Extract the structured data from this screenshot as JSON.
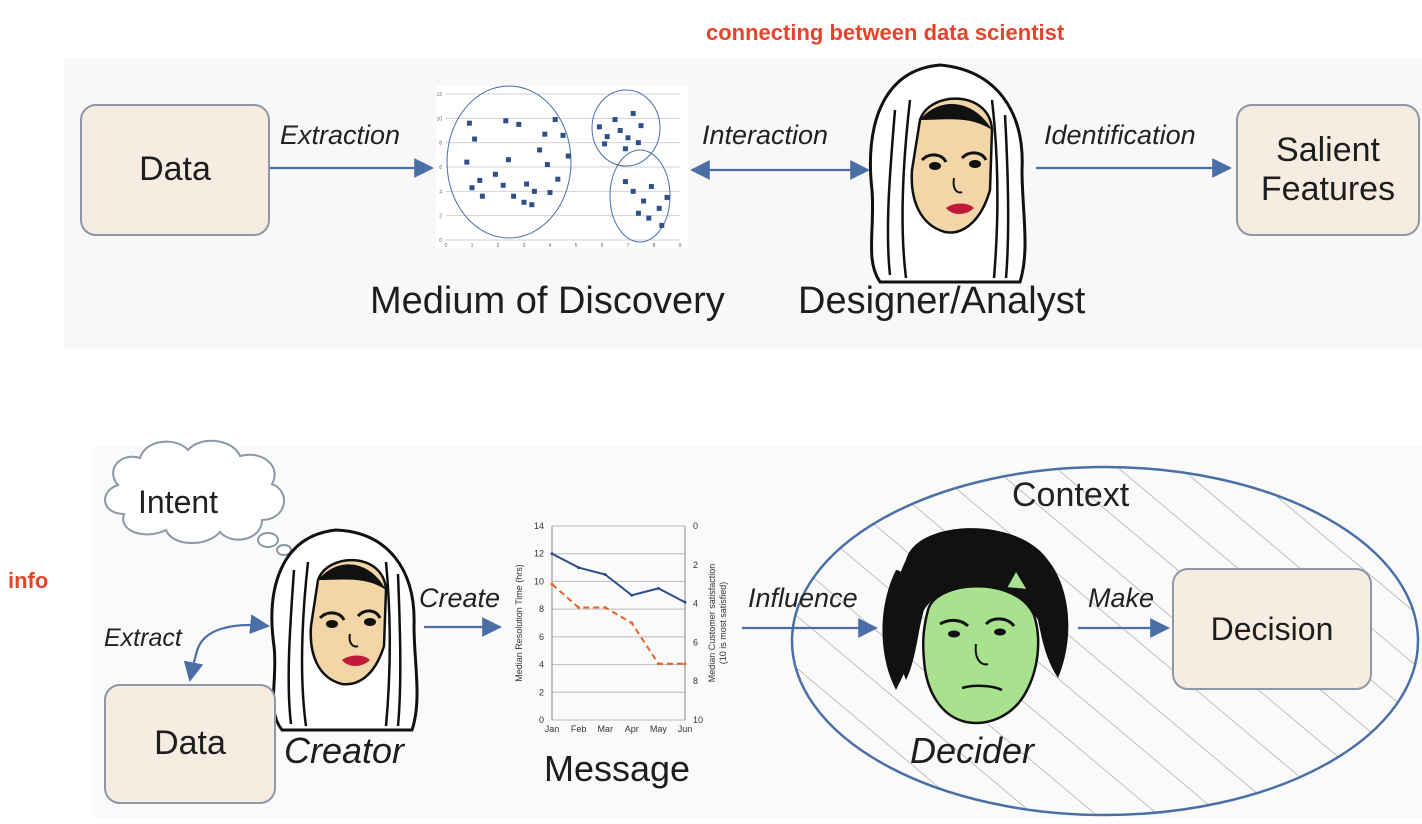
{
  "top": {
    "note": "connecting between data scientist",
    "data_box": "Data",
    "extraction_label": "Extraction",
    "interaction_label": "Interaction",
    "identification_label": "Identification",
    "salient_line1": "Salient",
    "salient_line2": "Features",
    "medium_caption": "Medium of Discovery",
    "analyst_caption": "Designer/Analyst",
    "scatter": {
      "x_ticks": [
        "0",
        "1",
        "2",
        "3",
        "4",
        "5",
        "6",
        "7",
        "8",
        "9"
      ],
      "y_ticks": [
        "0",
        "2",
        "4",
        "6",
        "8",
        "10",
        "12"
      ],
      "points": [
        [
          0.9,
          9.6
        ],
        [
          1.1,
          8.3
        ],
        [
          0.8,
          6.4
        ],
        [
          1.3,
          4.9
        ],
        [
          1.0,
          4.3
        ],
        [
          1.4,
          3.6
        ],
        [
          2.3,
          9.8
        ],
        [
          2.8,
          9.5
        ],
        [
          2.4,
          6.6
        ],
        [
          1.9,
          5.4
        ],
        [
          2.2,
          4.5
        ],
        [
          2.6,
          3.6
        ],
        [
          3.0,
          3.1
        ],
        [
          3.4,
          4.0
        ],
        [
          3.1,
          4.6
        ],
        [
          3.6,
          7.4
        ],
        [
          3.9,
          6.2
        ],
        [
          3.8,
          8.7
        ],
        [
          4.2,
          9.9
        ],
        [
          4.5,
          8.6
        ],
        [
          4.7,
          6.9
        ],
        [
          4.3,
          5.0
        ],
        [
          4.0,
          3.9
        ],
        [
          3.3,
          2.9
        ],
        [
          5.9,
          9.3
        ],
        [
          6.2,
          8.5
        ],
        [
          6.5,
          9.9
        ],
        [
          6.7,
          9.0
        ],
        [
          7.0,
          8.4
        ],
        [
          7.2,
          10.4
        ],
        [
          6.1,
          7.9
        ],
        [
          6.9,
          7.5
        ],
        [
          7.5,
          9.4
        ],
        [
          7.4,
          8.0
        ],
        [
          6.9,
          4.8
        ],
        [
          7.2,
          4.0
        ],
        [
          7.6,
          3.2
        ],
        [
          7.9,
          4.4
        ],
        [
          8.2,
          2.6
        ],
        [
          8.5,
          3.5
        ],
        [
          7.4,
          2.2
        ],
        [
          8.3,
          1.2
        ],
        [
          7.8,
          1.8
        ]
      ]
    }
  },
  "bottom": {
    "note": "info",
    "intent_label": "Intent",
    "extract_label": "Extract",
    "data_box": "Data",
    "creator_caption": "Creator",
    "create_label": "Create",
    "message_caption": "Message",
    "influence_label": "Influence",
    "context_label": "Context",
    "make_label": "Make",
    "decision_box": "Decision",
    "decider_caption": "Decider",
    "chart": {
      "months": [
        "Jan",
        "Feb",
        "Mar",
        "Apr",
        "May",
        "Jun"
      ],
      "left_ticks": [
        "0",
        "2",
        "4",
        "6",
        "8",
        "10",
        "12",
        "14"
      ],
      "right_ticks": [
        "0",
        "2",
        "4",
        "6",
        "8",
        "10"
      ],
      "ylabel_left": "Median Resolution Time (hrs)",
      "ylabel_right_1": "Median Customer satisfaction",
      "ylabel_right_2": "(10 is most satisfied)"
    }
  },
  "chart_data": [
    {
      "type": "scatter",
      "title": "",
      "xlabel": "",
      "ylabel": "",
      "xlim": [
        0,
        9
      ],
      "ylim": [
        0,
        12
      ],
      "grid": true,
      "series": [
        {
          "x": [
            0.9,
            1.1,
            0.8,
            1.3,
            1.0,
            1.4,
            2.3,
            2.8,
            2.4,
            1.9,
            2.2,
            2.6,
            3.0,
            3.4,
            3.1,
            3.6,
            3.9,
            3.8,
            4.2,
            4.5,
            4.7,
            4.3,
            4.0,
            3.3,
            5.9,
            6.2,
            6.5,
            6.7,
            7.0,
            7.2,
            6.1,
            6.9,
            7.5,
            7.4,
            6.9,
            7.2,
            7.6,
            7.9,
            8.2,
            8.5,
            7.4,
            8.3,
            7.8
          ],
          "y": [
            9.6,
            8.3,
            6.4,
            4.9,
            4.3,
            3.6,
            9.8,
            9.5,
            6.6,
            5.4,
            4.5,
            3.6,
            3.1,
            4.0,
            4.6,
            7.4,
            6.2,
            8.7,
            9.9,
            8.6,
            6.9,
            5.0,
            3.9,
            2.9,
            9.3,
            8.5,
            9.9,
            9.0,
            8.4,
            10.4,
            7.9,
            7.5,
            9.4,
            8.0,
            4.8,
            4.0,
            3.2,
            4.4,
            2.6,
            3.5,
            2.2,
            1.2,
            1.8
          ]
        }
      ]
    },
    {
      "type": "line",
      "title": "",
      "categories": [
        "Jan",
        "Feb",
        "Mar",
        "Apr",
        "May",
        "Jun"
      ],
      "xlabel": "",
      "ylabel": "Median Resolution Time (hrs)",
      "ylabel_right": "Median Customer satisfaction (10 is most satisfied)",
      "ylim": [
        0,
        14
      ],
      "ylim_right": [
        10,
        0
      ],
      "grid": true,
      "series": [
        {
          "axis": "left",
          "color": "#2f4f8a",
          "style": "solid",
          "values": [
            12,
            11,
            10.5,
            9,
            9.5,
            8.5
          ]
        },
        {
          "axis": "right",
          "color": "#e8632c",
          "style": "dashed",
          "values": [
            3,
            4.2,
            4.2,
            5,
            7.1,
            7.1
          ]
        }
      ]
    }
  ]
}
